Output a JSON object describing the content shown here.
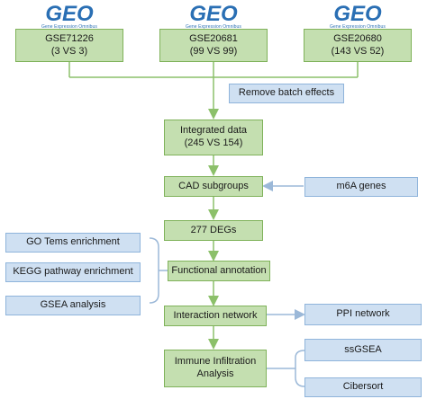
{
  "logo": {
    "mark": "GEO",
    "subtitle": "Gene Expression Omnibus"
  },
  "datasets": [
    {
      "id": "GSE71226",
      "comparison": "(3 VS 3)"
    },
    {
      "id": "GSE20681",
      "comparison": "(99 VS 99)"
    },
    {
      "id": "GSE20680",
      "comparison": "(143 VS 52)"
    }
  ],
  "steps": {
    "remove_batch": "Remove batch effects",
    "integrated": "Integrated data",
    "integrated_counts": "(245 VS 154)",
    "cad_subgroups": "CAD subgroups",
    "m6a_genes": "m6A genes",
    "degs": "277 DEGs",
    "functional_annotation": "Functional annotation",
    "interaction_network": "Interaction network",
    "ppi_network": "PPI network",
    "immune_line1": "Immune Infiltration",
    "immune_line2": "Analysis"
  },
  "enrichment": [
    "GO Tems enrichment",
    "KEGG pathway enrichment",
    "GSEA analysis"
  ],
  "immune_methods": [
    "ssGSEA",
    "Cibersort"
  ],
  "colors": {
    "step_fill": "#c4dfb0",
    "side_fill": "#cfe0f2",
    "connector": "#8cc06a",
    "side_connector": "#9bb8d8",
    "logo": "#2a6fb4"
  }
}
